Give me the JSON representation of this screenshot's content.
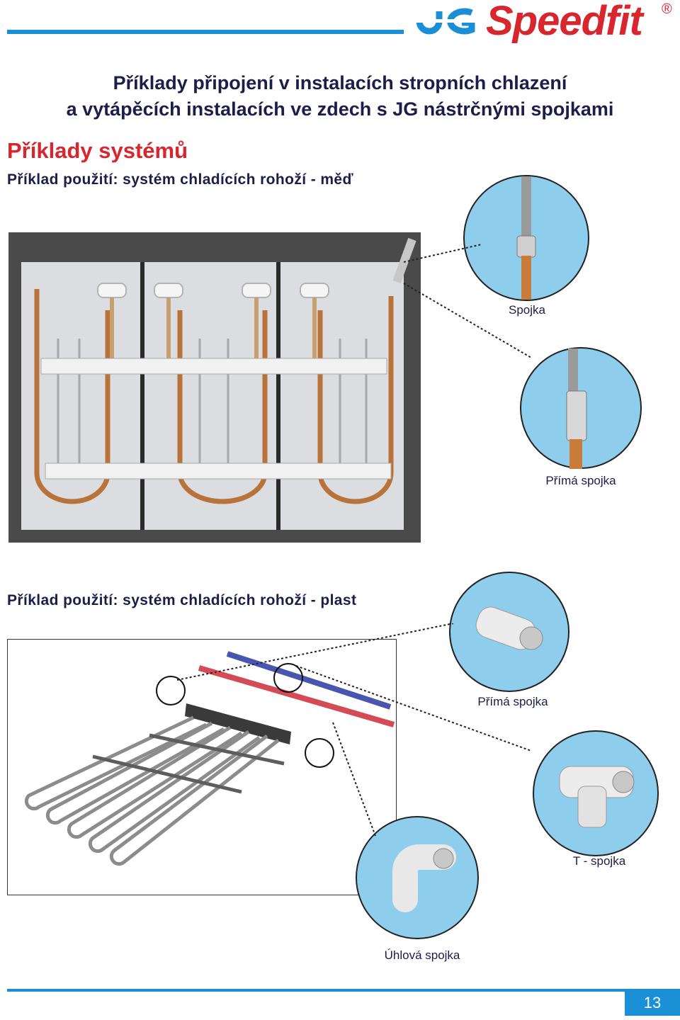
{
  "header": {
    "logo_text": "Speedfit",
    "logo_mark": "JG",
    "registered_symbol": "®"
  },
  "title": {
    "line1": "Příklady připojení v instalacích stropních chlazení",
    "line2": "a vytápěcích instalacích ve zdech s JG nástrčnými spojkami"
  },
  "section_title": "Příklady systémů",
  "example_copper": {
    "heading": "Příklad použití: systém chladících rohoží - měď",
    "captions": [
      "Spojka",
      "Přímá spojka"
    ]
  },
  "example_plastic": {
    "heading": "Příklad použití: systém chladících rohoží - plast",
    "captions": [
      "Přímá spojka",
      "T - spojka",
      "Úhlová spojka"
    ]
  },
  "page_number": "13",
  "colors": {
    "brand_red": "#d8262e",
    "brand_blue": "#1a8fd6",
    "text_dark": "#1d1d4a",
    "bubble_blue": "#8fcdec"
  }
}
